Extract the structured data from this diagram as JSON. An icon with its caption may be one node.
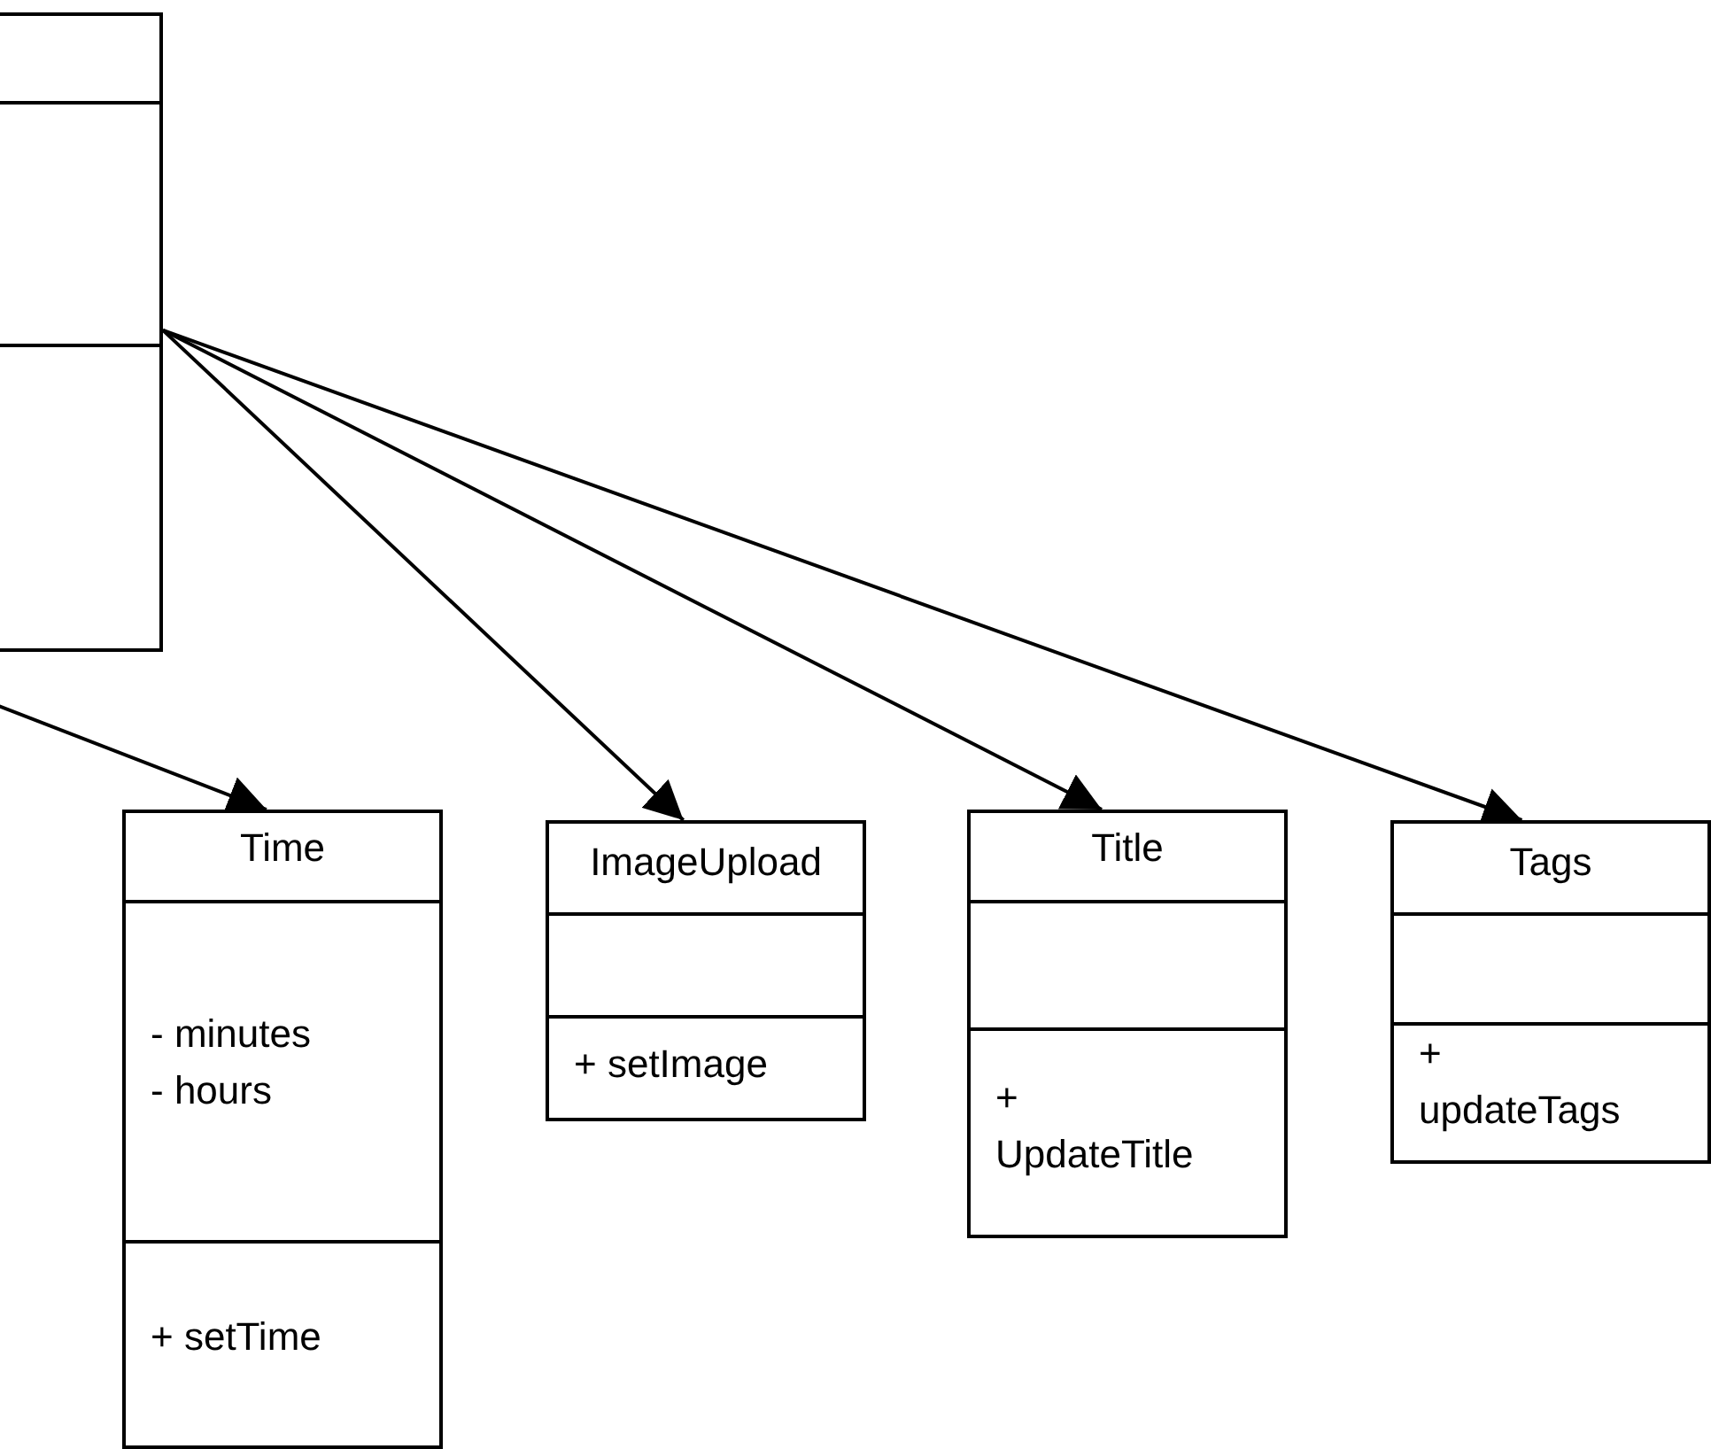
{
  "diagram": {
    "nodes": [
      {
        "text": [],
        "shape": "box"
      },
      {
        "text": [
          "Time",
          "- minutes - hours",
          "+ setTime"
        ]
      },
      {
        "text": [
          "ImageUpload",
          "+ setImage"
        ]
      },
      {
        "text": [
          "Title",
          "+ UpdateTitle"
        ]
      },
      {
        "text": [
          "Tags",
          "+ updateTags"
        ]
      }
    ],
    "edges": [
      {
        "from": null,
        "to": 1,
        "arrow": "to"
      },
      {
        "from": 0,
        "to": 2,
        "arrow": "to"
      },
      {
        "from": 0,
        "to": 3,
        "arrow": "to"
      },
      {
        "from": 0,
        "to": 4,
        "arrow": "to"
      }
    ]
  }
}
